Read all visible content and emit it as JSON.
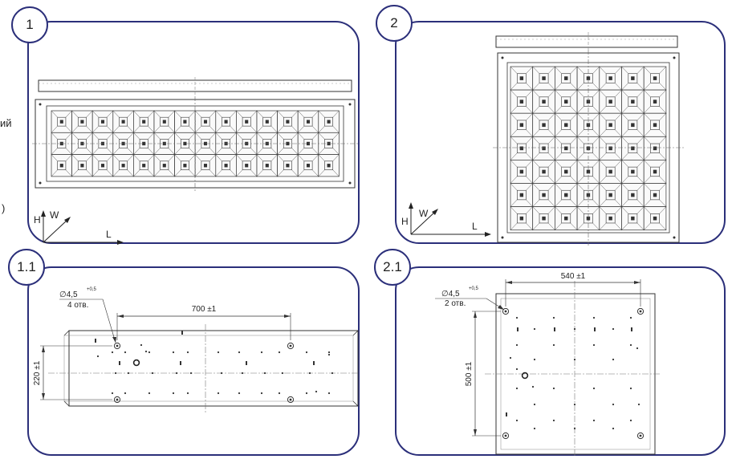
{
  "panels": {
    "p1": {
      "number": "1"
    },
    "p2": {
      "number": "2"
    },
    "p11": {
      "number": "1.1"
    },
    "p21": {
      "number": "2.1"
    }
  },
  "axes": {
    "h": "H",
    "w": "W",
    "l": "L"
  },
  "edge_fragments": {
    "top": "ий",
    "bottom": ")"
  },
  "drawing_1_1": {
    "hole_diameter": "∅4,5",
    "hole_tolerance": "+0,5",
    "hole_count": "4 отв.",
    "dim_length": "700 ±1",
    "dim_width": "220 ±1"
  },
  "drawing_2_1": {
    "hole_diameter": "∅4,5",
    "hole_tolerance": "+0,5",
    "hole_count": "2 отв.",
    "dim_length": "540 ±1",
    "dim_width": "500 ±1"
  },
  "colors": {
    "frame": "#2b2f7a",
    "line": "#333333"
  }
}
